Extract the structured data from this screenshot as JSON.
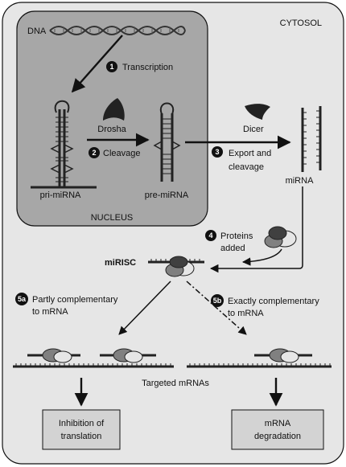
{
  "compartments": {
    "cytosol": "CYTOSOL",
    "nucleus": "NUCLEUS"
  },
  "molecules": {
    "dna": "DNA",
    "pri_mirna": "pri-miRNA",
    "pre_mirna": "pre-miRNA",
    "mirna": "miRNA",
    "mirisc": "miRISC",
    "targeted_mrnas": "Targeted mRNAs"
  },
  "enzymes": {
    "drosha": "Drosha",
    "dicer": "Dicer"
  },
  "steps": [
    {
      "num": "1",
      "lines": [
        "Transcription"
      ]
    },
    {
      "num": "2",
      "lines": [
        "Cleavage"
      ]
    },
    {
      "num": "3",
      "lines": [
        "Export and",
        "cleavage"
      ]
    },
    {
      "num": "4",
      "lines": [
        "Proteins",
        "added"
      ]
    },
    {
      "num": "5a",
      "lines": [
        "Partly complementary",
        "to mRNA"
      ]
    },
    {
      "num": "5b",
      "lines": [
        "Exactly complementary",
        "to mRNA"
      ]
    }
  ],
  "outcomes": {
    "inhibition": [
      "Inhibition of",
      "translation"
    ],
    "degradation": [
      "mRNA",
      "degradation"
    ]
  },
  "colors": {
    "cytosol_fill": "#e6e6e6",
    "nucleus_fill": "#a7a7a7",
    "outcome_box_fill": "#d3d3d3",
    "ink": "#111111"
  }
}
